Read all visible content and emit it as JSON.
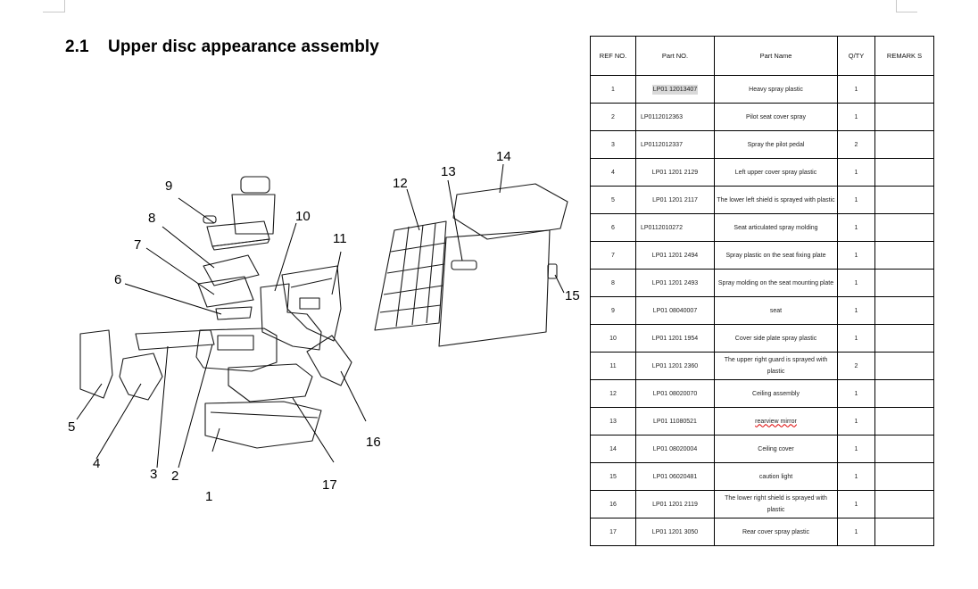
{
  "section": {
    "number": "2.1",
    "title": "Upper disc appearance assembly"
  },
  "figure": {
    "callouts": [
      "1",
      "2",
      "3",
      "4",
      "5",
      "6",
      "7",
      "8",
      "9",
      "10",
      "11",
      "12",
      "13",
      "14",
      "15",
      "16",
      "17"
    ]
  },
  "table": {
    "headers": [
      "REF NO.",
      "Part NO.",
      "Part Name",
      "Q/TY",
      "REMARK S"
    ],
    "rows": [
      {
        "ref": "1",
        "part_no": "LP01 12013407",
        "name": "Heavy spray plastic",
        "qty": "1",
        "remark": ""
      },
      {
        "ref": "2",
        "part_no": "LP0112012363",
        "name": "Pilot seat cover spray",
        "qty": "1",
        "remark": ""
      },
      {
        "ref": "3",
        "part_no": "LP0112012337",
        "name": "Spray the pilot pedal",
        "qty": "2",
        "remark": ""
      },
      {
        "ref": "4",
        "part_no": "LP01 1201 2129",
        "name": "Left upper cover spray plastic",
        "qty": "1",
        "remark": ""
      },
      {
        "ref": "5",
        "part_no": "LP01 1201 2117",
        "name": "The lower left shield is sprayed with plastic",
        "qty": "1",
        "remark": ""
      },
      {
        "ref": "6",
        "part_no": "LP0112010272",
        "name": "Seat articulated spray molding",
        "qty": "1",
        "remark": ""
      },
      {
        "ref": "7",
        "part_no": "LP01 1201 2494",
        "name": "Spray plastic on the seat fixing plate",
        "qty": "1",
        "remark": ""
      },
      {
        "ref": "8",
        "part_no": "LP01 1201 2493",
        "name": "Spray molding on the seat mounting plate",
        "qty": "1",
        "remark": ""
      },
      {
        "ref": "9",
        "part_no": "LP01 08040007",
        "name": "seat",
        "qty": "1",
        "remark": ""
      },
      {
        "ref": "10",
        "part_no": "LP01 1201 1954",
        "name": "Cover side plate spray plastic",
        "qty": "1",
        "remark": ""
      },
      {
        "ref": "11",
        "part_no": "LP01 1201 2360",
        "name": "The upper right guard is sprayed with plastic",
        "qty": "2",
        "remark": ""
      },
      {
        "ref": "12",
        "part_no": "LP01 08020070",
        "name": "Ceiling assembly",
        "qty": "1",
        "remark": ""
      },
      {
        "ref": "13",
        "part_no": "LP01 11080521",
        "name": "rearview mirror",
        "qty": "1",
        "remark": ""
      },
      {
        "ref": "14",
        "part_no": "LP01 08020004",
        "name": "Ceiling cover",
        "qty": "1",
        "remark": ""
      },
      {
        "ref": "15",
        "part_no": "LP01 06020481",
        "name": "caution light",
        "qty": "1",
        "remark": ""
      },
      {
        "ref": "16",
        "part_no": "LP01 1201 2119",
        "name": "The lower right shield is sprayed with plastic",
        "qty": "1",
        "remark": ""
      },
      {
        "ref": "17",
        "part_no": "LP01 1201 3050",
        "name": "Rear cover spray plastic",
        "qty": "1",
        "remark": ""
      }
    ]
  }
}
